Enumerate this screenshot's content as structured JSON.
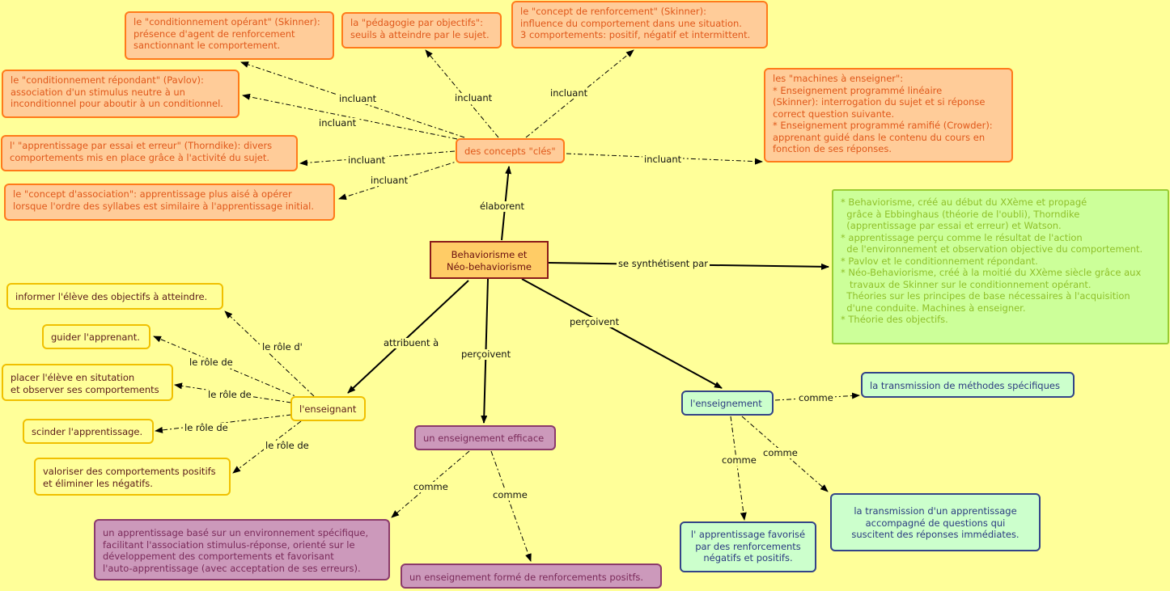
{
  "nodes": {
    "central": "Behaviorisme et\nNéo-behaviorisme",
    "concepts": "des concepts \"clés\"",
    "operant": "le \"conditionnement opérant\" (Skinner):\nprésence d'agent de renforcement\nsanctionnant le comportement.",
    "pedagogie": "la \"pédagogie par objectifs\":\nseuils à atteindre par le sujet.",
    "renforcement": "le \"concept de renforcement\" (Skinner):\ninfluence du comportement dans une situation.\n3 comportements: positif, négatif et intermittent.",
    "repondant": "le \"conditionnement répondant\" (Pavlov):\nassociation d'un stimulus neutre à un\ninconditionnel pour aboutir à un conditionnel.",
    "essai_erreur": "l' \"apprentissage par essai et erreur\" (Thorndike): divers\ncomportements mis en place grâce à l'activité du sujet.",
    "association": "le \"concept d'association\": apprentissage plus aisé à opérer\nlorsque l'ordre des syllabes est similaire à l'apprentissage initial.",
    "machines": "les \"machines à enseigner\":\n* Enseignement programmé linéaire\n(Skinner): interrogation du sujet et si réponse\ncorrect question suivante.\n* Enseignement programmé ramifié (Crowder):\napprenant guidé dans le contenu du cours en\nfonction de ses réponses.",
    "synthese": "* Behaviorisme, créé au début du XXème et propagé\n  grâce à Ebbinghaus (théorie de l'oubli), Thorndike\n  (apprentissage par essai et erreur) et Watson.\n* apprentissage perçu comme le résultat de l'action\n  de l'environnement et observation objective du comportement.\n* Pavlov et le conditionnement répondant.\n* Néo-Behaviorisme, créé à la moitié du XXème siècle grâce aux\n   travaux de Skinner sur le conditionnement opérant.\n  Théories sur les principes de base nécessaires à l'acquisition\n  d'une conduite. Machines à enseigner.\n* Théorie des objectifs.",
    "enseignant": "l'enseignant",
    "informer": "informer l'élève des objectifs à atteindre.",
    "guider": "guider l'apprenant.",
    "placer": "placer l'élève en situtation\net observer ses comportements",
    "scinder": "scinder l'apprentissage.",
    "valoriser": "valoriser des comportements positifs\net éliminer les négatifs.",
    "efficace": "un enseignement efficace",
    "apprentissage_env": "un apprentissage basé sur un environnement spécifique,\nfacilitant l'association stimulus-réponse, orienté sur le\ndéveloppement des comportements et favorisant\nl'auto-apprentissage (avec acceptation de ses erreurs).",
    "forme": "un enseignement formé de renforcements positfs.",
    "enseignement": "l'enseignement",
    "transmission_methodes": "la transmission de méthodes spécifiques",
    "favorise": "l' apprentissage favorisé\npar des renforcements\nnégatifs et positifs.",
    "transmission_questions": "la transmission d'un apprentissage\naccompagné de questions qui\nsuscitent des réponses immédiates."
  },
  "links": {
    "incluant_1": "incluant",
    "incluant_2": "incluant",
    "incluant_3": "incluant",
    "incluant_4": "incluant",
    "incluant_5": "incluant",
    "incluant_6": "incluant",
    "incluant_7": "incluant",
    "elaborent": "élaborent",
    "synthetisent": "se synthétisent par",
    "attribuent": "attribuent à",
    "percoivent_1": "perçoivent",
    "percoivent_2": "perçoivent",
    "role_d": "le rôle d'",
    "role_de_1": "le rôle de",
    "role_de_2": "le rôle de",
    "role_de_3": "le rôle de",
    "role_de_4": "le rôle de",
    "comme_1": "comme",
    "comme_2": "comme",
    "comme_3": "comme",
    "comme_4": "comme",
    "comme_5": "comme"
  }
}
